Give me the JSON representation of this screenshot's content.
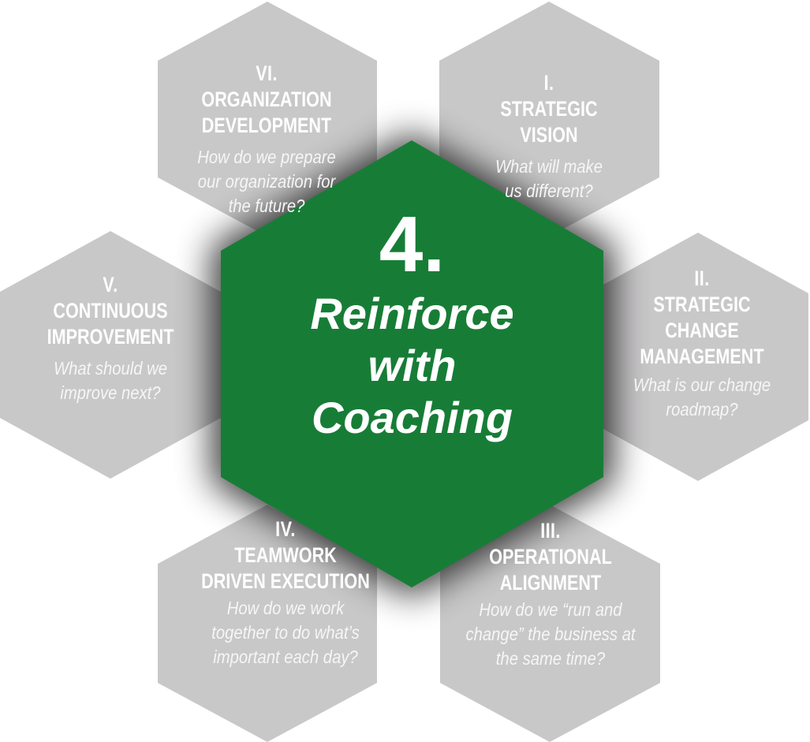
{
  "colors": {
    "hex_gray": "#c9c8c9",
    "center_green": "#177d36",
    "text": "#ffffff"
  },
  "center": {
    "number": "4.",
    "title_lines": [
      "Reinforce",
      "with",
      "Coaching"
    ]
  },
  "hexes": [
    {
      "id": "vi",
      "number": "VI.",
      "title_lines": [
        "ORGANIZATION",
        "DEVELOPMENT"
      ],
      "question": "How do we prepare our organization for the future?"
    },
    {
      "id": "i",
      "number": "I.",
      "title_lines": [
        "STRATEGIC",
        "VISION"
      ],
      "question": "What will make us different?"
    },
    {
      "id": "v",
      "number": "V.",
      "title_lines": [
        "CONTINUOUS",
        "IMPROVEMENT"
      ],
      "question": "What should we improve next?"
    },
    {
      "id": "ii",
      "number": "II.",
      "title_lines": [
        "STRATEGIC",
        "CHANGE",
        "MANAGEMENT"
      ],
      "question": "What is our change roadmap?"
    },
    {
      "id": "iv",
      "number": "IV.",
      "title_lines": [
        "TEAMWORK",
        "DRIVEN EXECUTION"
      ],
      "question": "How do we work together to do what’s important each day?"
    },
    {
      "id": "iii",
      "number": "III.",
      "title_lines": [
        "OPERATIONAL",
        "ALIGNMENT"
      ],
      "question": "How do we “run and change” the business at the same time?"
    }
  ]
}
